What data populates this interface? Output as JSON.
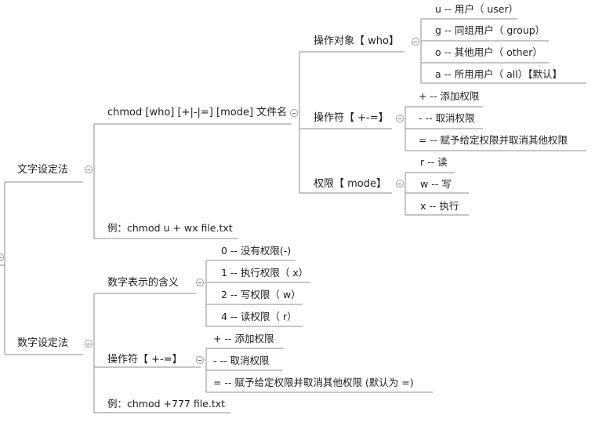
{
  "nodes": {
    "text_method": "文字设定法",
    "numeric_method": "数字设定法",
    "chmod_syntax": "chmod [who] [+|-|=] [mode] 文件名",
    "text_example": "例：chmod u + wx file.txt",
    "who_header": "操作对象【 who】",
    "op_header": "操作符【 +-=】",
    "mode_header": "权限【 mode】",
    "who_items": [
      "u -- 用户（ user）",
      "g -- 同组用户（ group）",
      "o -- 其他用户（ other）",
      "a -- 所用用户（ all）【默认】"
    ],
    "op_items": [
      "+ -- 添加权限",
      "- -- 取消权限",
      "= -- 赋予给定权限并取消其他权限"
    ],
    "mode_items": [
      "r -- 读",
      "w -- 写",
      "x -- 执行"
    ],
    "num_meaning": "数字表示的含义",
    "num_items": [
      "0 -- 没有权限(-)",
      "1 -- 执行权限（ x）",
      "2 -- 写权限（ w）",
      "4 -- 读权限（ r）"
    ],
    "num_op_header": "操作符【 +-=】",
    "num_op_items": [
      "+ -- 添加权限",
      "- -- 取消权限",
      "= -- 赋予给定权限并取消其他权限 (默认为 =)"
    ],
    "num_example": "例：chmod +777 file.txt"
  },
  "colors": {
    "line": "#8c8c8c",
    "text": "#1e1e1e"
  }
}
